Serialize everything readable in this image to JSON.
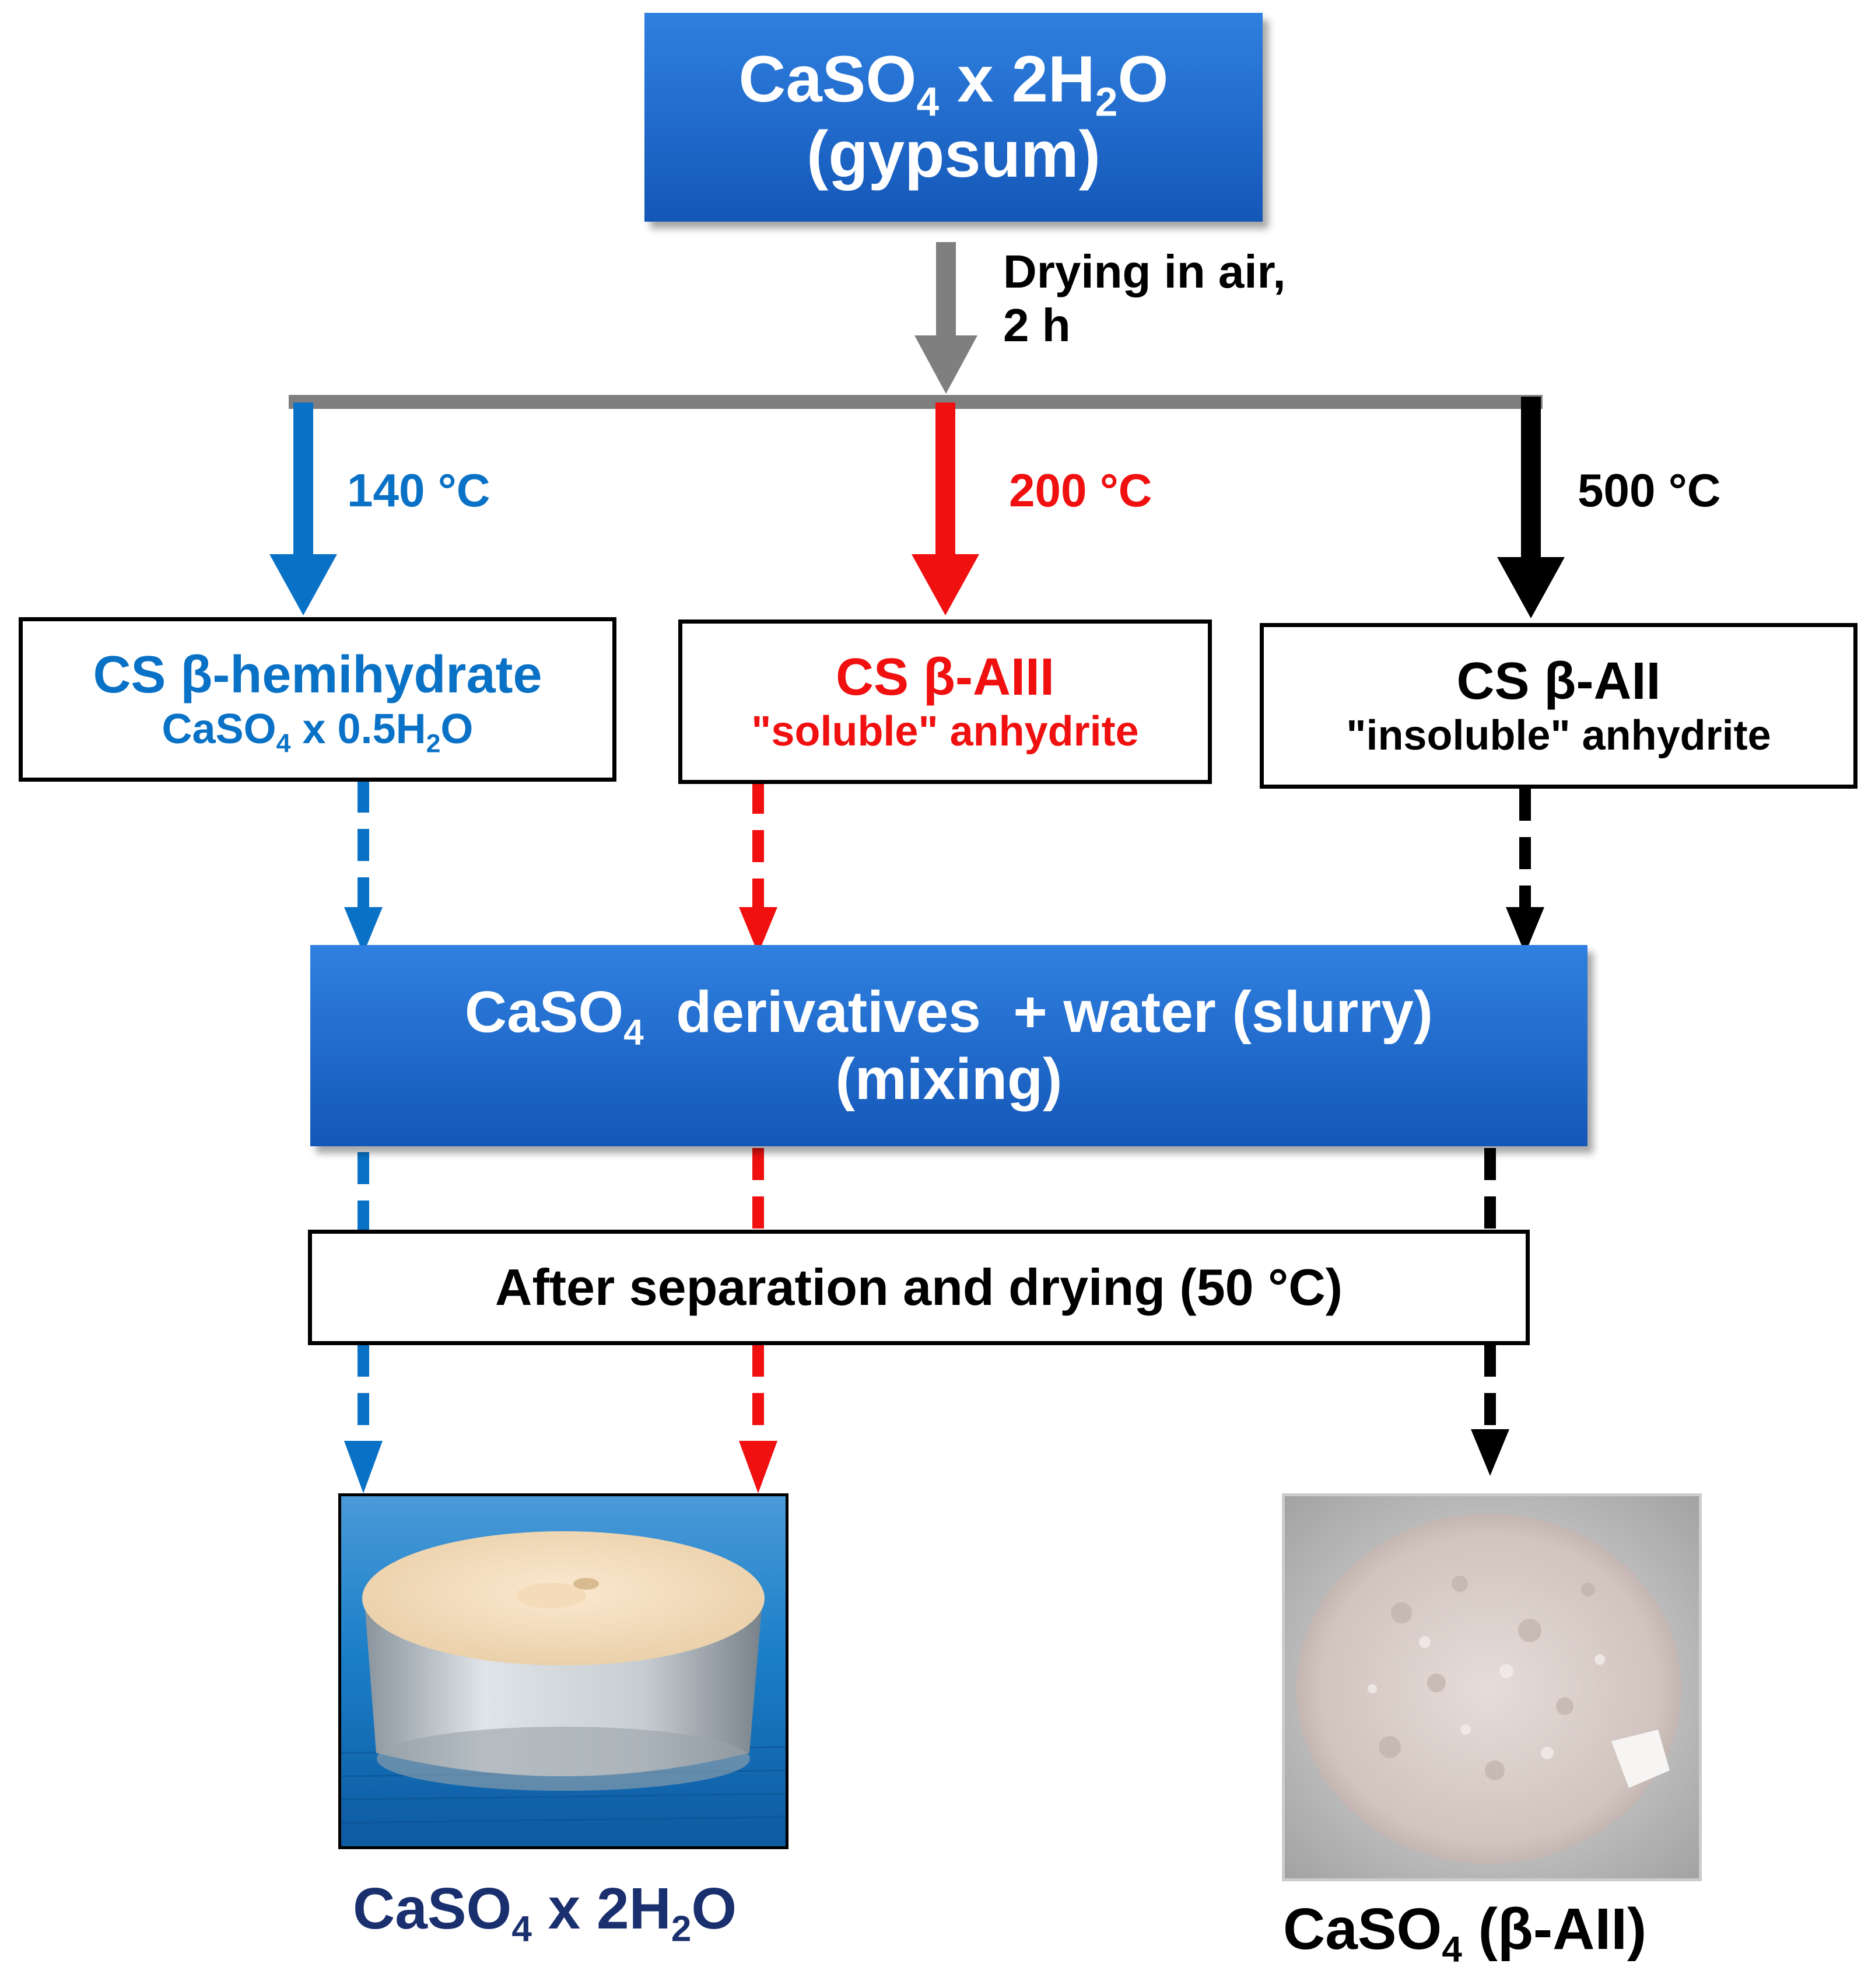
{
  "top_box": {
    "formula_pre": "CaSO",
    "sub1": "4",
    "formula_mid": " x 2H",
    "sub2": "2",
    "formula_post": "O",
    "name": "(gypsum)"
  },
  "drying": {
    "line1": "Drying in air,",
    "line2": "2 h"
  },
  "branches": [
    {
      "temp": "140 °C",
      "color": "#0a72c6",
      "title": "CS β-hemihydrate",
      "sub_pre": "CaSO",
      "sub_a": "4",
      "sub_mid": " x 0.5H",
      "sub_b": "2",
      "sub_post": "O"
    },
    {
      "temp": "200 °C",
      "color": "#f01010",
      "title": "CS β-AIII",
      "subtitle": "\"soluble\" anhydrite"
    },
    {
      "temp": "500 °C",
      "color": "#000000",
      "title": "CS β-AII",
      "subtitle": "\"insoluble\" anhydrite"
    }
  ],
  "mix_box": {
    "line1_pre": "CaSO",
    "line1_sub": "4",
    "line1_post": "  derivatives  + water (slurry)",
    "line2": "(mixing)"
  },
  "sep_box": {
    "text": "After separation and drying (50 °C)"
  },
  "products": [
    {
      "pre": "CaSO",
      "sub_a": "4",
      "mid": " x 2H",
      "sub_b": "2",
      "post": "O",
      "color": "#1a2f6e"
    },
    {
      "pre": "CaSO",
      "sub_a": "4",
      "post": " (β-AII)",
      "color": "#000000"
    }
  ],
  "colors": {
    "gray": "#7f7f7f",
    "blue_box": "#1e6fd0"
  }
}
